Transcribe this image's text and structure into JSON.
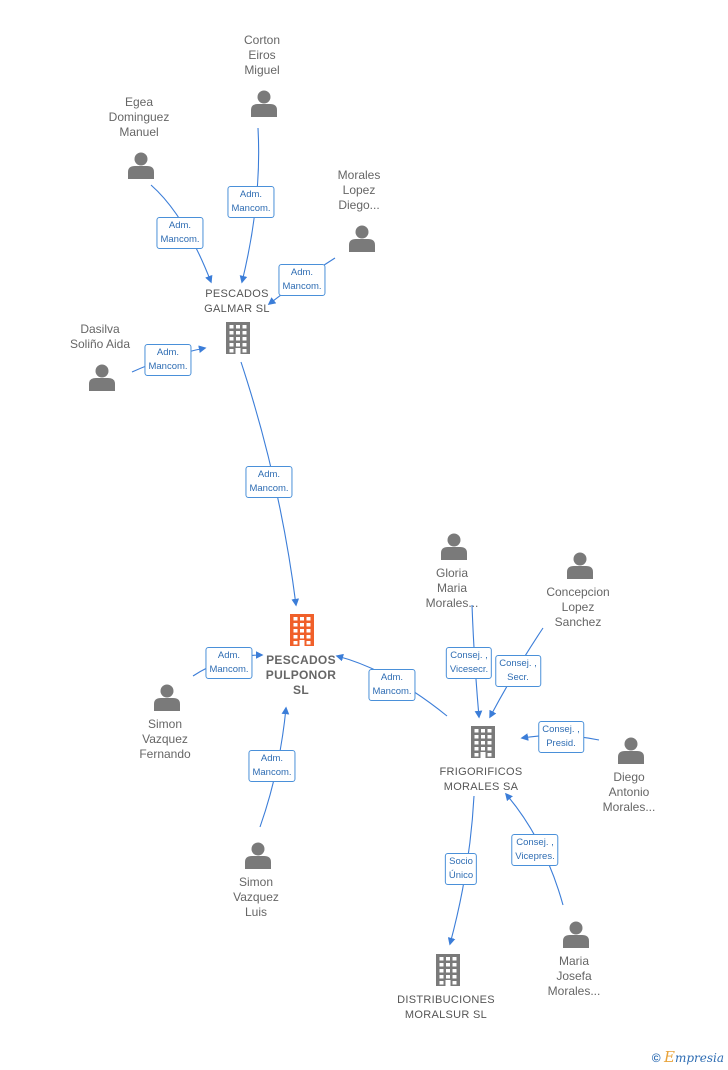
{
  "colors": {
    "edge": "#3b7dd8",
    "person": "#7a7a7a",
    "company": "#7a7a7a",
    "main_company": "#f0602a",
    "label_border": "#4a90d9"
  },
  "nodes": [
    {
      "id": "corton",
      "type": "person",
      "lines": [
        "Corton",
        "Eiros",
        "Miguel"
      ]
    },
    {
      "id": "egea",
      "type": "person",
      "lines": [
        "Egea",
        "Dominguez",
        "Manuel"
      ]
    },
    {
      "id": "morales_lopez",
      "type": "person",
      "lines": [
        "Morales",
        "Lopez",
        "Diego..."
      ]
    },
    {
      "id": "dasilva",
      "type": "person",
      "lines": [
        "Dasilva",
        "Soliño Aida"
      ]
    },
    {
      "id": "galmar",
      "type": "company",
      "lines": [
        "PESCADOS",
        "GALMAR SL"
      ]
    },
    {
      "id": "pulponor",
      "type": "main_company",
      "lines": [
        "PESCADOS",
        "PULPONOR",
        "SL"
      ]
    },
    {
      "id": "simon_fernando",
      "type": "person",
      "lines": [
        "Simon",
        "Vazquez",
        "Fernando"
      ]
    },
    {
      "id": "simon_luis",
      "type": "person",
      "lines": [
        "Simon",
        "Vazquez",
        "Luis"
      ]
    },
    {
      "id": "gloria",
      "type": "person",
      "lines": [
        "Gloria",
        "Maria",
        "Morales..."
      ]
    },
    {
      "id": "concepcion",
      "type": "person",
      "lines": [
        "Concepcion",
        "Lopez",
        "Sanchez"
      ]
    },
    {
      "id": "frigorificos",
      "type": "company",
      "lines": [
        "FRIGORIFICOS",
        "MORALES SA"
      ]
    },
    {
      "id": "diego_antonio",
      "type": "person",
      "lines": [
        "Diego",
        "Antonio",
        "Morales..."
      ]
    },
    {
      "id": "maria_josefa",
      "type": "person",
      "lines": [
        "Maria",
        "Josefa",
        "Morales..."
      ]
    },
    {
      "id": "moralsur",
      "type": "company",
      "lines": [
        "DISTRIBUCIONES",
        "MORALSUR  SL"
      ]
    }
  ],
  "edges": [
    {
      "from": "corton",
      "to": "galmar",
      "lines": [
        "Adm.",
        "Mancom."
      ]
    },
    {
      "from": "egea",
      "to": "galmar",
      "lines": [
        "Adm.",
        "Mancom."
      ]
    },
    {
      "from": "morales_lopez",
      "to": "galmar",
      "lines": [
        "Adm.",
        "Mancom."
      ]
    },
    {
      "from": "dasilva",
      "to": "galmar",
      "lines": [
        "Adm.",
        "Mancom."
      ]
    },
    {
      "from": "galmar",
      "to": "pulponor",
      "lines": [
        "Adm.",
        "Mancom."
      ]
    },
    {
      "from": "simon_fernando",
      "to": "pulponor",
      "lines": [
        "Adm.",
        "Mancom."
      ]
    },
    {
      "from": "simon_luis",
      "to": "pulponor",
      "lines": [
        "Adm.",
        "Mancom."
      ]
    },
    {
      "from": "frigorificos",
      "to": "pulponor",
      "lines": [
        "Adm.",
        "Mancom."
      ]
    },
    {
      "from": "gloria",
      "to": "frigorificos",
      "lines": [
        "Consej. ,",
        "Vicesecr."
      ]
    },
    {
      "from": "concepcion",
      "to": "frigorificos",
      "lines": [
        "Consej. ,",
        "Secr."
      ]
    },
    {
      "from": "diego_antonio",
      "to": "frigorificos",
      "lines": [
        "Consej. ,",
        "Presid."
      ]
    },
    {
      "from": "maria_josefa",
      "to": "frigorificos",
      "lines": [
        "Consej. ,",
        "Vicepres."
      ]
    },
    {
      "from": "frigorificos",
      "to": "moralsur",
      "lines": [
        "Socio",
        "Único"
      ]
    }
  ],
  "footer": {
    "symbol": "©",
    "brand_first": "E",
    "brand_rest": "mpresia"
  }
}
